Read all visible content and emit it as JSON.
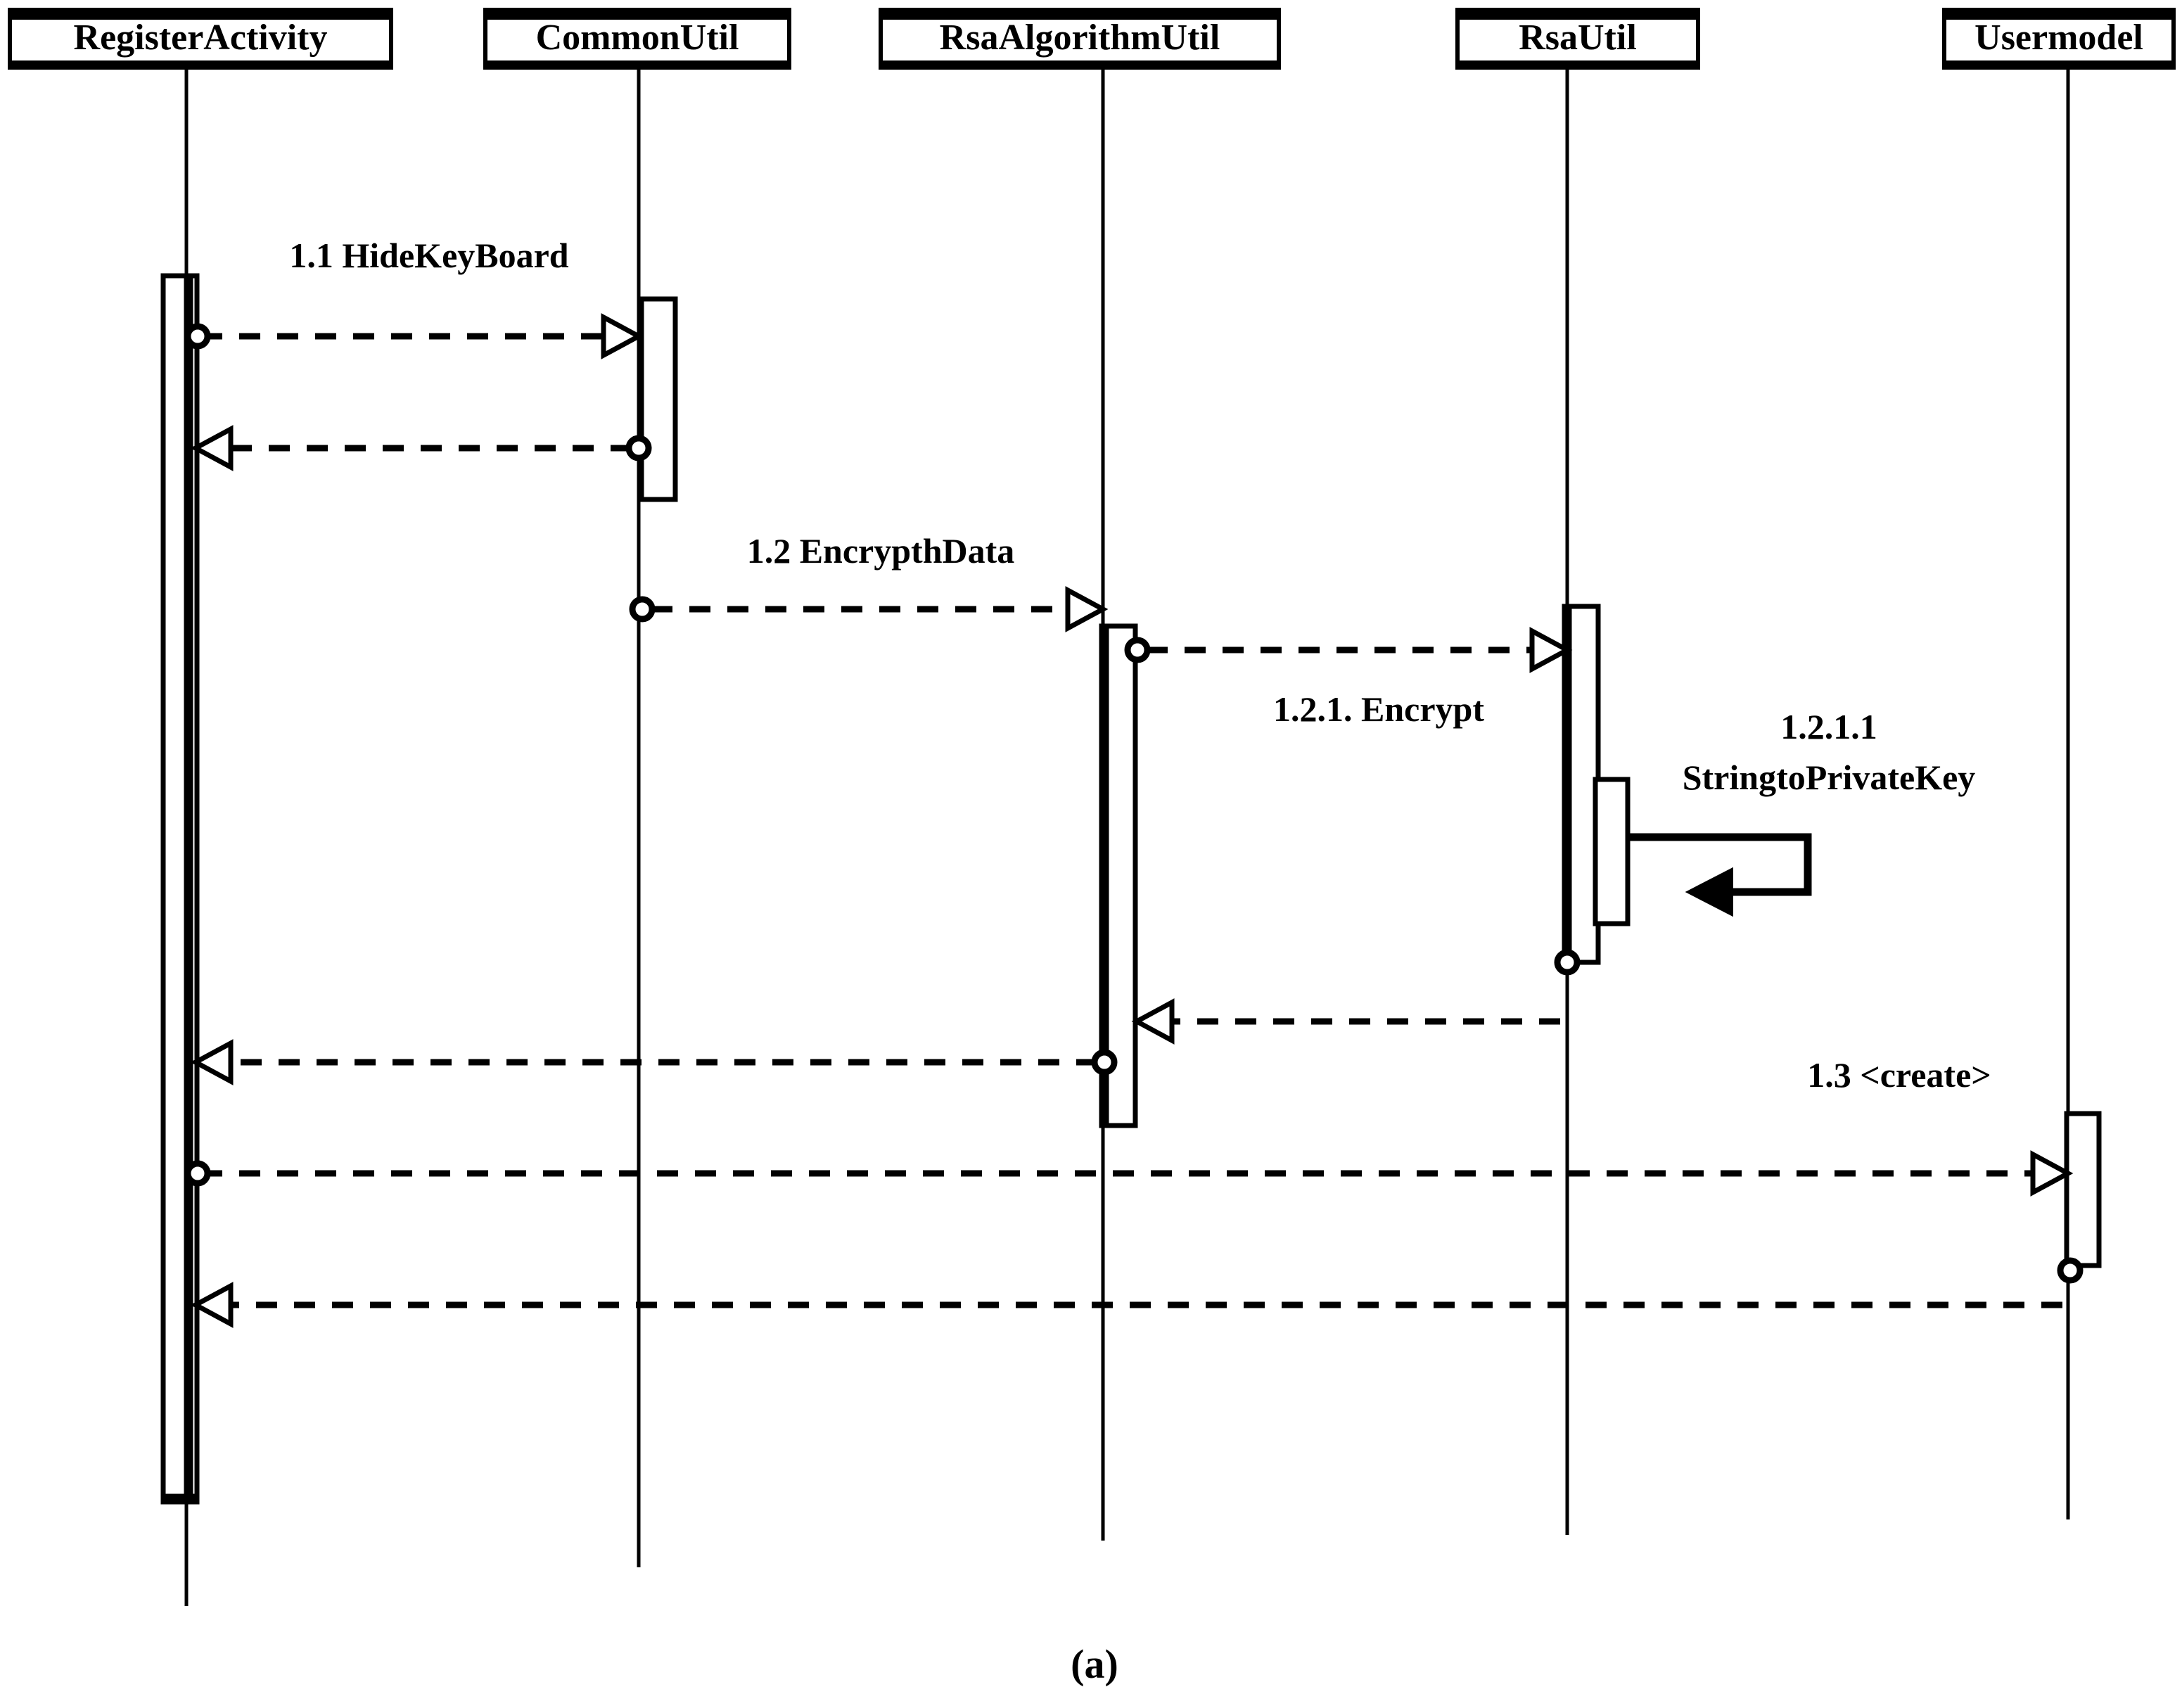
{
  "figure": {
    "caption": "(a)",
    "type": "uml-sequence-diagram"
  },
  "participants": [
    {
      "id": "register-activity",
      "label": "RegisterActivity"
    },
    {
      "id": "common-util",
      "label": "CommonUtil"
    },
    {
      "id": "rsa-algorithm-util",
      "label": "RsaAlgorithmUtil"
    },
    {
      "id": "rsa-util",
      "label": "RsaUtil"
    },
    {
      "id": "usermodel",
      "label": "Usermodel"
    }
  ],
  "messages": [
    {
      "id": "msg-1-1",
      "label": "1.1 HideKeyBoard",
      "from": "register-activity",
      "to": "common-util",
      "kind": "call",
      "line": "dashed",
      "arrowhead": "open"
    },
    {
      "id": "msg-1-1-return",
      "label": "",
      "from": "common-util",
      "to": "register-activity",
      "kind": "return",
      "line": "dashed",
      "arrowhead": "open"
    },
    {
      "id": "msg-1-2",
      "label": "1.2 EncrypthData",
      "from": "common-util",
      "to": "rsa-algorithm-util",
      "kind": "call",
      "line": "dashed",
      "arrowhead": "open"
    },
    {
      "id": "msg-1-2-1",
      "label": "1.2.1. Encrypt",
      "from": "rsa-algorithm-util",
      "to": "rsa-util",
      "kind": "call",
      "line": "dashed",
      "arrowhead": "open"
    },
    {
      "id": "msg-1-2-1-1",
      "label_line1": "1.2.1.1",
      "label_line2": "StringtoPrivateKey",
      "from": "rsa-util",
      "to": "rsa-util",
      "kind": "self-call",
      "line": "solid",
      "arrowhead": "filled"
    },
    {
      "id": "msg-1-2-1-return",
      "label": "",
      "from": "rsa-util",
      "to": "rsa-algorithm-util",
      "kind": "return",
      "line": "dashed",
      "arrowhead": "open"
    },
    {
      "id": "msg-1-2-return",
      "label": "",
      "from": "rsa-algorithm-util",
      "to": "register-activity",
      "kind": "return",
      "line": "dashed",
      "arrowhead": "open"
    },
    {
      "id": "msg-1-3",
      "label": "1.3 <create>",
      "from": "register-activity",
      "to": "usermodel",
      "kind": "create",
      "line": "dashed",
      "arrowhead": "open"
    },
    {
      "id": "msg-1-3-return",
      "label": "",
      "from": "usermodel",
      "to": "register-activity",
      "kind": "return",
      "line": "dashed",
      "arrowhead": "open"
    }
  ],
  "colors": {
    "stroke": "#000000",
    "background": "#ffffff",
    "fill": "#ffffff"
  }
}
